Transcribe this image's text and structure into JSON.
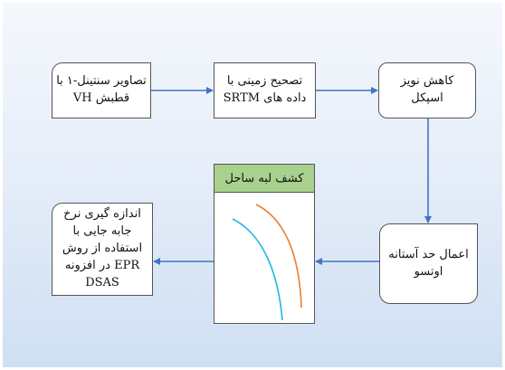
{
  "nodes": {
    "sentinel_input": "تصاویر سنتینل-۱ با قطبش VH",
    "terrain_correction": "تصحیح زمینی با داده های SRTM",
    "speckle_reduction": "کاهش نویز اسپکل",
    "otsu_threshold": "اعمال حد آستانه اوتسو",
    "edge_detection": "کشف لبه ساحل",
    "epr_measurement": "اندازه گیری نرخ جابه جایی با استفاده از روش EPR در افزونه DSAS"
  },
  "colors": {
    "arrow": "#4472c4",
    "edge_header": "#a9d18e",
    "curve_orange": "#ed7d31",
    "curve_cyan": "#1fb7e8"
  }
}
